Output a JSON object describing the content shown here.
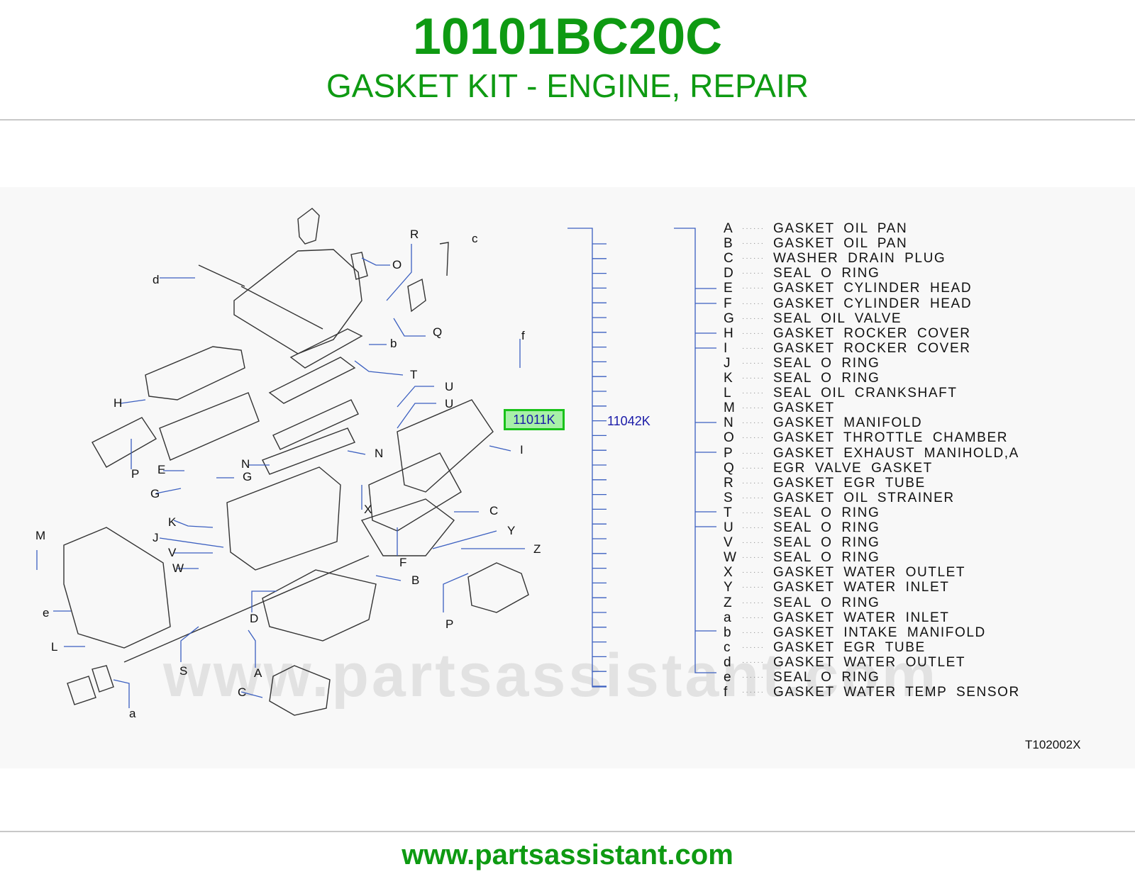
{
  "header": {
    "part_number": "10101BC20C",
    "title": "GASKET KIT - ENGINE, REPAIR"
  },
  "diagram": {
    "main_part": "11011K",
    "sub_part": "11042K",
    "ref_code": "T102002X",
    "watermark": "www.partsassistant.com",
    "callouts": [
      "R",
      "c",
      "O",
      "d",
      "Q",
      "b",
      "f",
      "T",
      "U",
      "U",
      "H",
      "I",
      "N",
      "N",
      "P",
      "E",
      "G",
      "G",
      "X",
      "C",
      "K",
      "Y",
      "J",
      "Z",
      "V",
      "F",
      "W",
      "B",
      "M",
      "P",
      "e",
      "D",
      "L",
      "S",
      "A",
      "C",
      "a"
    ]
  },
  "legend": [
    {
      "letter": "A",
      "desc": "GASKET OIL PAN"
    },
    {
      "letter": "B",
      "desc": "GASKET OIL PAN"
    },
    {
      "letter": "C",
      "desc": "WASHER DRAIN PLUG"
    },
    {
      "letter": "D",
      "desc": "SEAL O RING"
    },
    {
      "letter": "E",
      "desc": "GASKET CYLINDER HEAD"
    },
    {
      "letter": "F",
      "desc": "GASKET CYLINDER HEAD"
    },
    {
      "letter": "G",
      "desc": "SEAL OIL VALVE"
    },
    {
      "letter": "H",
      "desc": "GASKET ROCKER COVER"
    },
    {
      "letter": "I",
      "desc": "GASKET ROCKER COVER"
    },
    {
      "letter": "J",
      "desc": "SEAL O RING"
    },
    {
      "letter": "K",
      "desc": "SEAL O RING"
    },
    {
      "letter": "L",
      "desc": "SEAL OIL CRANKSHAFT"
    },
    {
      "letter": "M",
      "desc": "GASKET"
    },
    {
      "letter": "N",
      "desc": "GASKET MANIFOLD"
    },
    {
      "letter": "O",
      "desc": "GASKET THROTTLE CHAMBER"
    },
    {
      "letter": "P",
      "desc": "GASKET EXHAUST MANIHOLD,A"
    },
    {
      "letter": "Q",
      "desc": "EGR VALVE GASKET"
    },
    {
      "letter": "R",
      "desc": "GASKET EGR TUBE"
    },
    {
      "letter": "S",
      "desc": "GASKET OIL STRAINER"
    },
    {
      "letter": "T",
      "desc": "SEAL O RING"
    },
    {
      "letter": "U",
      "desc": "SEAL O RING"
    },
    {
      "letter": "V",
      "desc": "SEAL O RING"
    },
    {
      "letter": "W",
      "desc": "SEAL O RING"
    },
    {
      "letter": "X",
      "desc": "GASKET WATER OUTLET"
    },
    {
      "letter": "Y",
      "desc": "GASKET WATER INLET"
    },
    {
      "letter": "Z",
      "desc": "SEAL O RING"
    },
    {
      "letter": "a",
      "desc": "GASKET WATER INLET"
    },
    {
      "letter": "b",
      "desc": "GASKET INTAKE MANIFOLD"
    },
    {
      "letter": "c",
      "desc": "GASKET EGR TUBE"
    },
    {
      "letter": "d",
      "desc": "GASKET WATER OUTLET"
    },
    {
      "letter": "e",
      "desc": "SEAL O RING"
    },
    {
      "letter": "f",
      "desc": "GASKET WATER TEMP SENSOR"
    }
  ],
  "footer": {
    "url": "www.partsassistant.com"
  },
  "colors": {
    "brand_green": "#0e9a12",
    "link_blue": "#1a1aa8",
    "highlight_green": "#19c21a",
    "line_blue": "#3b5fc0"
  }
}
